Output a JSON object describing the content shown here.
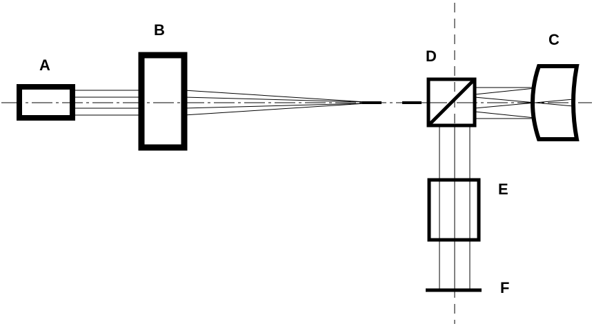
{
  "labels": {
    "a": "A",
    "b": "B",
    "c": "C",
    "d": "D",
    "e": "E",
    "f": "F"
  },
  "colors": {
    "line": "#000000",
    "background": "#ffffff"
  }
}
